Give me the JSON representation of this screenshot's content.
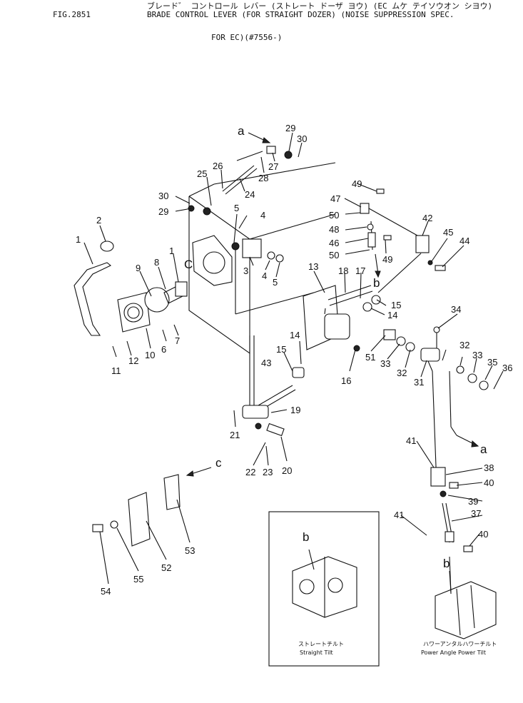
{
  "header": {
    "fig": "FIG.2851",
    "jp_title": "ブレード゛ コントロール レバー (ストレート ドーザ ヨウ) (EC ムケ テイソウオン シヨウ)",
    "title": "BRADE CONTROL LEVER (FOR STRAIGHT DOZER) (NOISE SUPPRESSION SPEC.",
    "title_line2": "FOR EC)(#7556-)"
  },
  "part_numbers": [
    "1",
    "1",
    "2",
    "3",
    "4",
    "4",
    "5",
    "5",
    "6",
    "7",
    "8",
    "9",
    "10",
    "11",
    "12",
    "13",
    "14",
    "14",
    "15",
    "15",
    "16",
    "17",
    "18",
    "19",
    "20",
    "21",
    "22",
    "23",
    "24",
    "25",
    "26",
    "27",
    "28",
    "29",
    "29",
    "30",
    "30",
    "31",
    "32",
    "32",
    "33",
    "33",
    "34",
    "35",
    "36",
    "37",
    "38",
    "39",
    "40",
    "40",
    "41",
    "41",
    "42",
    "43",
    "44",
    "45",
    "46",
    "47",
    "48",
    "49",
    "49",
    "50",
    "50",
    "51",
    "52",
    "53",
    "54",
    "55"
  ],
  "view_labels": {
    "a1": "a",
    "a2": "a",
    "b1": "b",
    "b2": "b",
    "b3": "b",
    "c1": "C",
    "c2": "c"
  },
  "inset": {
    "left_jp": "ストレートチルト",
    "left_en": "Straight Tilt",
    "right_jp": "ハワーアンタルハワーチルト",
    "right_en": "Power Angle Power Tilt"
  }
}
